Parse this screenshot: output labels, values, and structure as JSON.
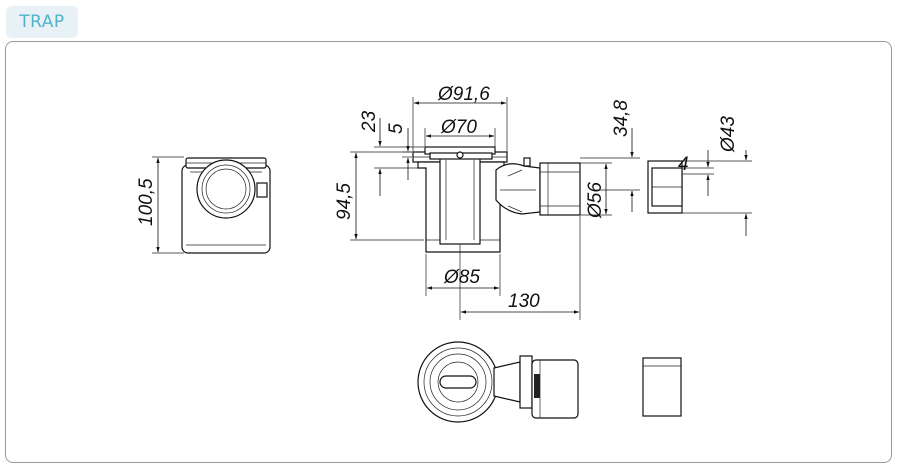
{
  "tab": {
    "label": "TRAP"
  },
  "dimensions": {
    "d91_6": "Ø91,6",
    "d70": "Ø70",
    "h23": "23",
    "h5": "5",
    "h34_8": "34,8",
    "d43": "Ø43",
    "h4": "4",
    "h100_5": "100,5",
    "h94_5": "94,5",
    "d56": "Ø56",
    "d85": "Ø85",
    "l130": "130"
  },
  "colors": {
    "tab_bg": "#e8f2f6",
    "tab_text": "#4fb3c9",
    "frame": "#9a9a9a"
  }
}
